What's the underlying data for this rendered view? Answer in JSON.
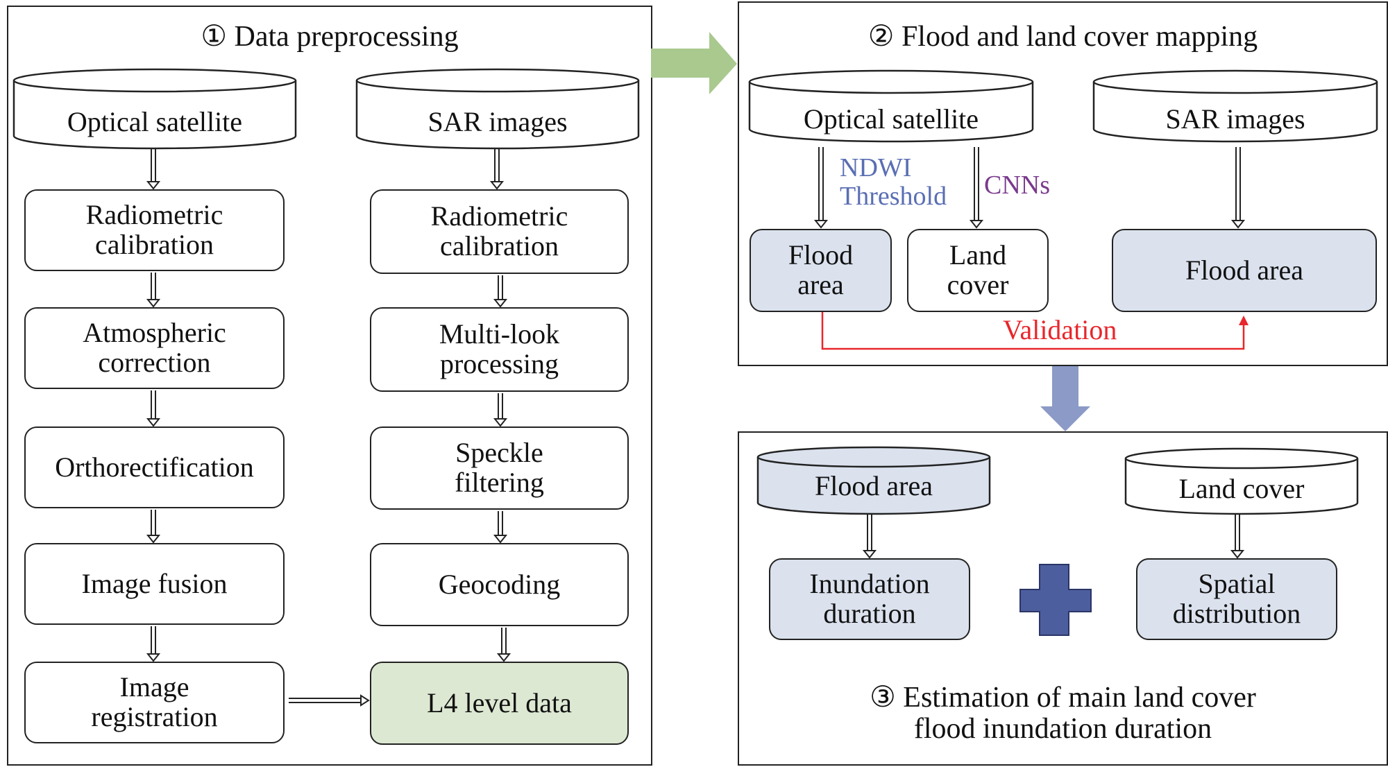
{
  "colors": {
    "process_fill": "#ffffff",
    "flood_fill": "#dbe2ee",
    "output_fill": "#dde8d2",
    "green_arrow": "#a9c98f",
    "blue_arrow": "#8b9ac6",
    "plus": "#4d5e9e",
    "validation": "#e8262b",
    "ndwi_text": "#5a6eb3",
    "cnn_text": "#7a3a8c"
  },
  "panel1": {
    "title": "① Data preprocessing",
    "optical_source": "Optical satellite",
    "sar_source": "SAR images",
    "optical_steps": [
      "Radiometric\ncalibration",
      "Atmospheric\ncorrection",
      "Orthorectification",
      "Image fusion",
      "Image\nregistration"
    ],
    "sar_steps": [
      "Radiometric\ncalibration",
      "Multi-look\nprocessing",
      "Speckle\nfiltering",
      "Geocoding"
    ],
    "output": "L4 level data"
  },
  "panel2": {
    "title": "② Flood and land cover mapping",
    "optical_source": "Optical satellite",
    "sar_source": "SAR images",
    "method_ndwi": "NDWI\nThreshold",
    "method_cnn": "CNNs",
    "optical_flood": "Flood\narea",
    "land_cover": "Land\ncover",
    "sar_flood": "Flood area",
    "validation": "Validation"
  },
  "panel3": {
    "title": "③ Estimation of main land cover\nflood inundation duration",
    "flood_source": "Flood area",
    "landcover_source": "Land cover",
    "inundation": "Inundation\nduration",
    "spatial": "Spatial\ndistribution"
  }
}
